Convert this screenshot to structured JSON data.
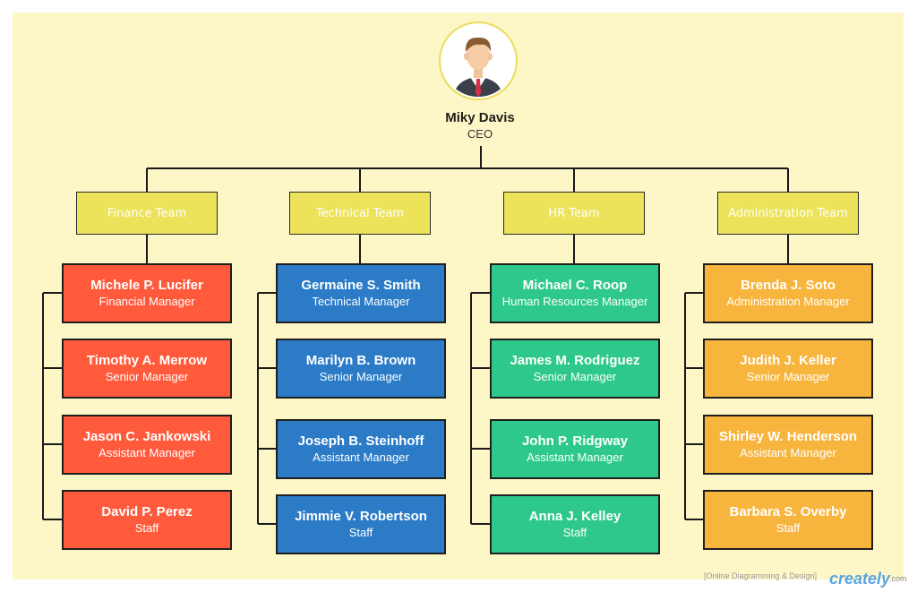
{
  "ceo": {
    "name": "Miky Davis",
    "title": "CEO"
  },
  "teams": [
    {
      "label": "Finance Team"
    },
    {
      "label": "Technical Team"
    },
    {
      "label": "HR Team"
    },
    {
      "label": "Administration Team"
    }
  ],
  "members": [
    [
      {
        "name": "Michele P. Lucifer",
        "role": "Financial Manager"
      },
      {
        "name": "Timothy A. Merrow",
        "role": "Senior Manager"
      },
      {
        "name": "Jason C. Jankowski",
        "role": "Assistant Manager"
      },
      {
        "name": "David P. Perez",
        "role": "Staff"
      }
    ],
    [
      {
        "name": "Germaine S. Smith",
        "role": "Technical Manager"
      },
      {
        "name": "Marilyn B. Brown",
        "role": "Senior Manager"
      },
      {
        "name": "Joseph B. Steinhoff",
        "role": "Assistant Manager"
      },
      {
        "name": "Jimmie V. Robertson",
        "role": "Staff"
      }
    ],
    [
      {
        "name": "Michael C. Roop",
        "role": "Human Resources Manager"
      },
      {
        "name": "James M. Rodriguez",
        "role": "Senior Manager"
      },
      {
        "name": "John P. Ridgway",
        "role": "Assistant Manager"
      },
      {
        "name": "Anna J. Kelley",
        "role": "Staff"
      }
    ],
    [
      {
        "name": "Brenda J. Soto",
        "role": "Administration Manager"
      },
      {
        "name": "Judith J. Keller",
        "role": "Senior Manager"
      },
      {
        "name": "Shirley W. Henderson",
        "role": "Assistant Manager"
      },
      {
        "name": "Barbara S. Overby",
        "role": "Staff"
      }
    ]
  ],
  "colors": {
    "background": "#fdf6c6",
    "team_box": "#ece35a",
    "finance": "#ff5a3c",
    "technical": "#2b7bc7",
    "hr": "#2ec98a",
    "administration": "#f8b53d"
  },
  "watermark": {
    "tagline": "[Online Diagramming & Design]",
    "logo": "creately",
    "tld": ".com"
  },
  "icons": [
    "ceo-avatar-icon"
  ]
}
